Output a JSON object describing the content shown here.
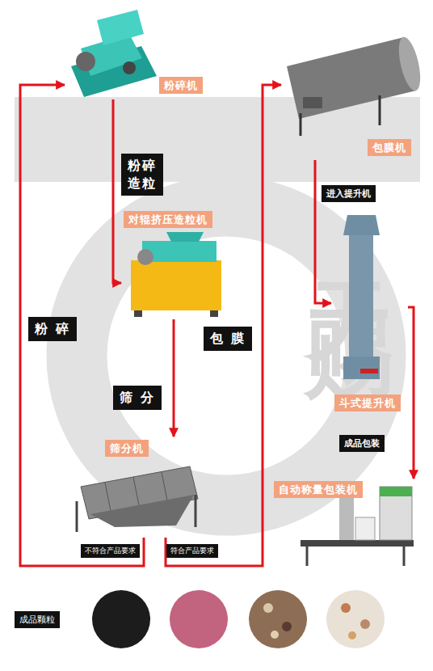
{
  "diagram": {
    "nodes": [
      {
        "text": [
          "粉碎机"
        ]
      },
      {
        "text": [
          "对辊挤压造粒机"
        ]
      },
      {
        "text": [
          "筛分机"
        ]
      },
      {
        "text": [
          "包膜机"
        ]
      },
      {
        "text": [
          "斗式提升机"
        ]
      },
      {
        "text": [
          "自动称量包装机"
        ]
      }
    ],
    "edges": [
      {
        "from": 0,
        "to": 1,
        "label": "粉碎 造粒",
        "arrow": "to"
      },
      {
        "from": 1,
        "to": 2,
        "label": "筛 分",
        "arrow": "to"
      },
      {
        "from": 2,
        "to": 0,
        "label": "粉 碎",
        "arrow": "to"
      },
      {
        "from": 2,
        "to": 3,
        "label": "包 膜",
        "arrow": "to"
      },
      {
        "from": 3,
        "to": 4,
        "label": "进入提升机",
        "arrow": "to"
      },
      {
        "from": 4,
        "to": 5,
        "label": "成品包装",
        "arrow": "to"
      }
    ],
    "labels": [
      "不符合产品要求",
      "符合产品要求",
      "成品颗粒",
      "天赐"
    ]
  }
}
